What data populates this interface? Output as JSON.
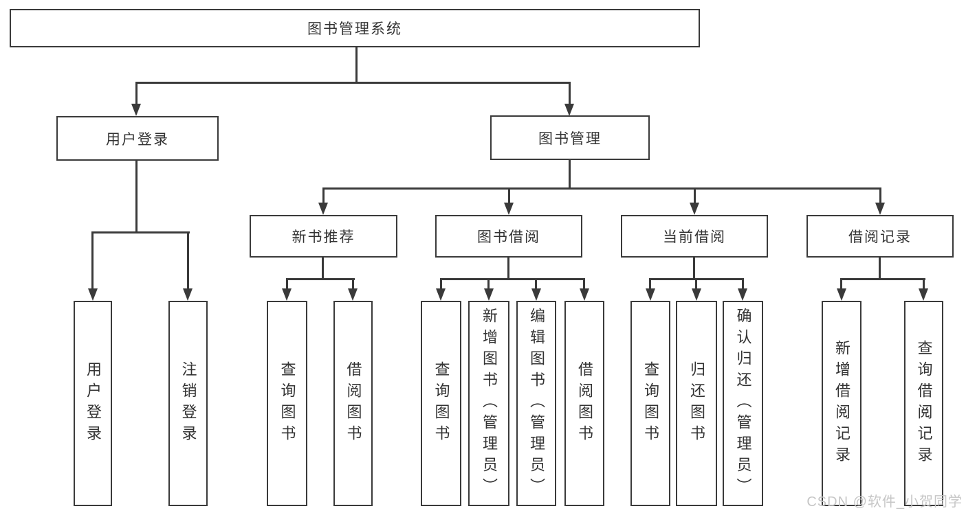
{
  "diagram": {
    "root": {
      "label": "图书管理系统"
    },
    "level2": {
      "user_login": {
        "label": "用户登录"
      },
      "book_management": {
        "label": "图书管理"
      }
    },
    "level3": {
      "new_book": {
        "label": "新书推荐"
      },
      "book_borrow": {
        "label": "图书借阅"
      },
      "current_borrow": {
        "label": "当前借阅"
      },
      "borrow_record": {
        "label": "借阅记录"
      }
    },
    "leaves": {
      "user_login": [
        {
          "label": "用户登录"
        },
        {
          "label": "注销登录"
        }
      ],
      "new_book": [
        {
          "label": "查询图书"
        },
        {
          "label": "借阅图书"
        }
      ],
      "book_borrow": [
        {
          "label": "查询图书"
        },
        {
          "label": "新增图书（管理员）"
        },
        {
          "label": "编辑图书（管理员）"
        },
        {
          "label": "借阅图书"
        }
      ],
      "current_borrow": [
        {
          "label": "查询图书"
        },
        {
          "label": "归还图书"
        },
        {
          "label": "确认归还（管理员）"
        }
      ],
      "borrow_record": [
        {
          "label": "新增借阅记录"
        },
        {
          "label": "查询借阅记录"
        }
      ]
    },
    "watermark": {
      "text": "CSDN @软件_小贺同学"
    },
    "colors": {
      "line": "#3a3a3a",
      "text": "#333333",
      "box_background": "#ffffff",
      "page_background": "#ffffff",
      "watermark": "#c6c6c6"
    }
  }
}
